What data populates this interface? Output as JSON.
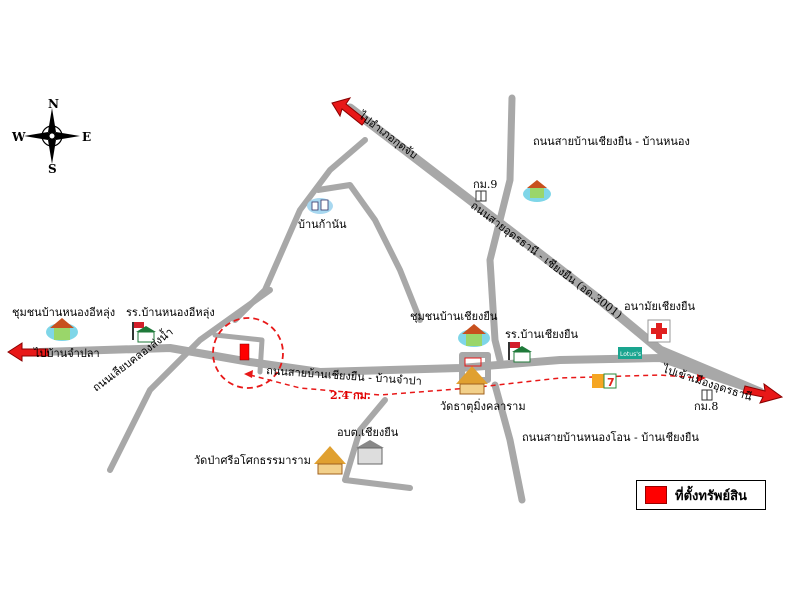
{
  "compass": {
    "north": "N",
    "south": "S",
    "east": "E",
    "west": "W"
  },
  "roads": {
    "to_udon": "ไปอำเภอกุดจับ",
    "to_chiang_yuen_road": "ถนนสายอุดรธานี - เชียงยืน (อด.3001)",
    "ban_chiang_yuen_ban_nong": "ถนนสายบ้านเชียงยืน - บ้านหนอง",
    "to_ban_champla": "ไปบ้านจำปลา",
    "nong_road": "ถนนเลียบคลองส่งน้ำ",
    "ban_chiang_yuen_ban_champla": "ถนนสายบ้านเชียงยืน - บ้านจำปา",
    "to_udon_city": "ไปเข้าเมืองอุดรธานี",
    "ban_nong_on": "ถนนสายบ้านหนองโอน - บ้านเชียงยืน"
  },
  "places": {
    "km9": "กม.9",
    "km8": "กม.8",
    "ban_kanan": "บ้านก้านัน",
    "community_nong_ee_lung": "ชุมชนบ้านหนองอีหลุ่ง",
    "school_nong_ee_lung": "รร.บ้านหนองอีหลุ่ง",
    "community_chiang_yuen": "ชุมชนบ้านเชียงยืน",
    "school_chiang_yuen": "รร.บ้านเชียงยืน",
    "health_center": "อนามัยเชียงยืน",
    "temple_dhatu": "วัดธาตุมิ่งคลาราม",
    "obt": "อบต.เชียงยืน",
    "temple_pasri": "วัดป่าศรีอโศกธรรมาราม",
    "lotus": "Lotus's",
    "seven_eleven": "7"
  },
  "distance": "2.4 กม.",
  "legend": {
    "label": "ที่ตั้งทรัพย์สิน",
    "color": "#ff0000"
  },
  "colors": {
    "road": "#a8a8a8",
    "arrow": "#e81818",
    "dashed": "#e81818"
  }
}
